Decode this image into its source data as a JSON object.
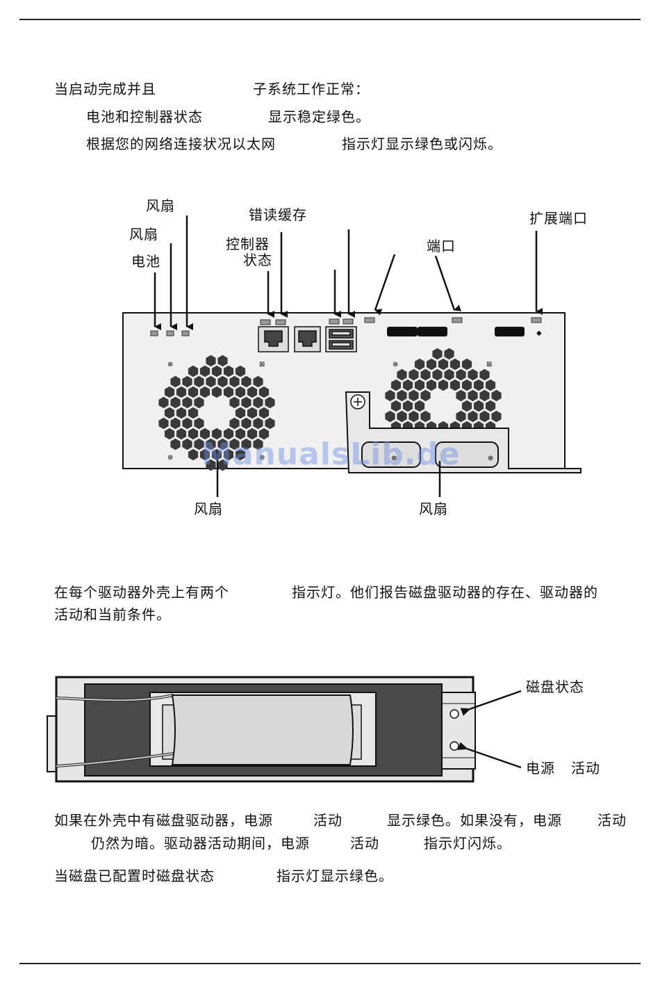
{
  "section1": {
    "intro": "当启动完成并且",
    "intro_end": "子系统工作正常：",
    "bullet1": "电池和控制器状态",
    "bullet1_end": "显示稳定绿色。",
    "bullet2": "根据您的网络连接状况以太网",
    "bullet2_end": "指示灯显示绿色或闪烁。"
  },
  "diagram1": {
    "labels": {
      "fan_top": "风扇",
      "fan_mid": "风扇",
      "battery": "电池",
      "error_cache": "错读缓存",
      "controller_line1": "控制器",
      "controller_line2": "状态",
      "port": "端口",
      "expansion_port": "扩展端口",
      "fan_bottom_left": "风扇",
      "fan_bottom_right": "风扇"
    },
    "watermark": "ManualsLib.de"
  },
  "section2": {
    "line1_start": "在每个驱动器外壳上有两个",
    "line1_end": "指示灯。他们报告磁盘驱动器的存在、驱动器的",
    "line2": "活动和当前条件。"
  },
  "diagram2": {
    "labels": {
      "disk_status": "磁盘状态",
      "power": "电源",
      "activity": "活动"
    }
  },
  "section3": {
    "p1_a": "如果在外壳中有磁盘驱动器，电源",
    "p1_b": "活动",
    "p1_c": "显示绿色。如果没有，电源",
    "p1_d": "活动",
    "p2_a": "仍然为暗。驱动器活动期间，电源",
    "p2_b": "活动",
    "p2_c": "指示灯闪烁。",
    "p3_a": "当磁盘已配置时磁盘状态",
    "p3_b": "指示灯显示绿色。"
  }
}
